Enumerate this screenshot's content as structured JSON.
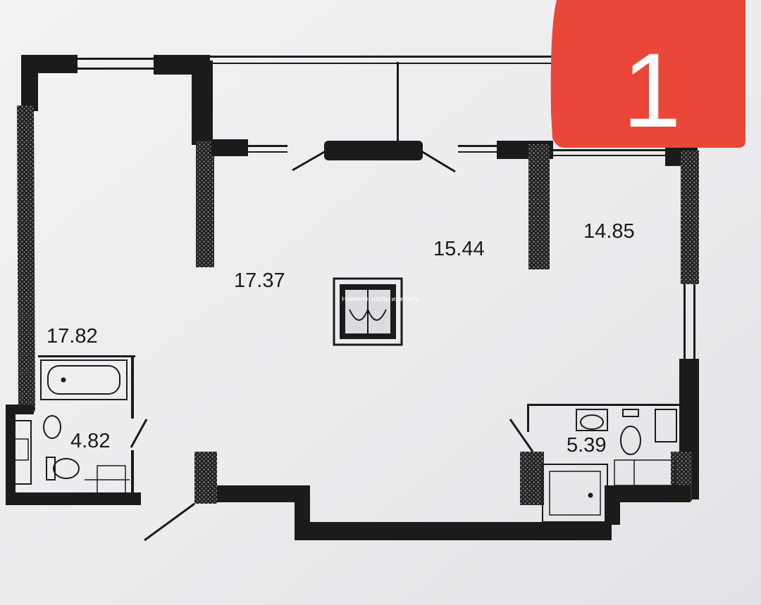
{
  "plan": {
    "rooms": [
      {
        "area": "17.82",
        "room": "room-left"
      },
      {
        "area": "17.37",
        "room": "living-center-left"
      },
      {
        "area": "15.44",
        "room": "living-center"
      },
      {
        "area": "14.85",
        "room": "room-right"
      },
      {
        "area": "4.82",
        "room": "bathroom-left"
      },
      {
        "area": "5.39",
        "room": "bathroom-right"
      }
    ],
    "center_caption": "Нажмите, чтобы изменить"
  },
  "badge": {
    "number": "1",
    "color": "#e8473a"
  },
  "colors": {
    "paper": "#eeeef0",
    "wall": "#1b1b1b",
    "background": "#cfd0d3"
  },
  "icons": [
    "bathtub-icon",
    "sink-icon",
    "toilet-icon",
    "shower-tray-icon",
    "ventilation-shaft-icon"
  ]
}
